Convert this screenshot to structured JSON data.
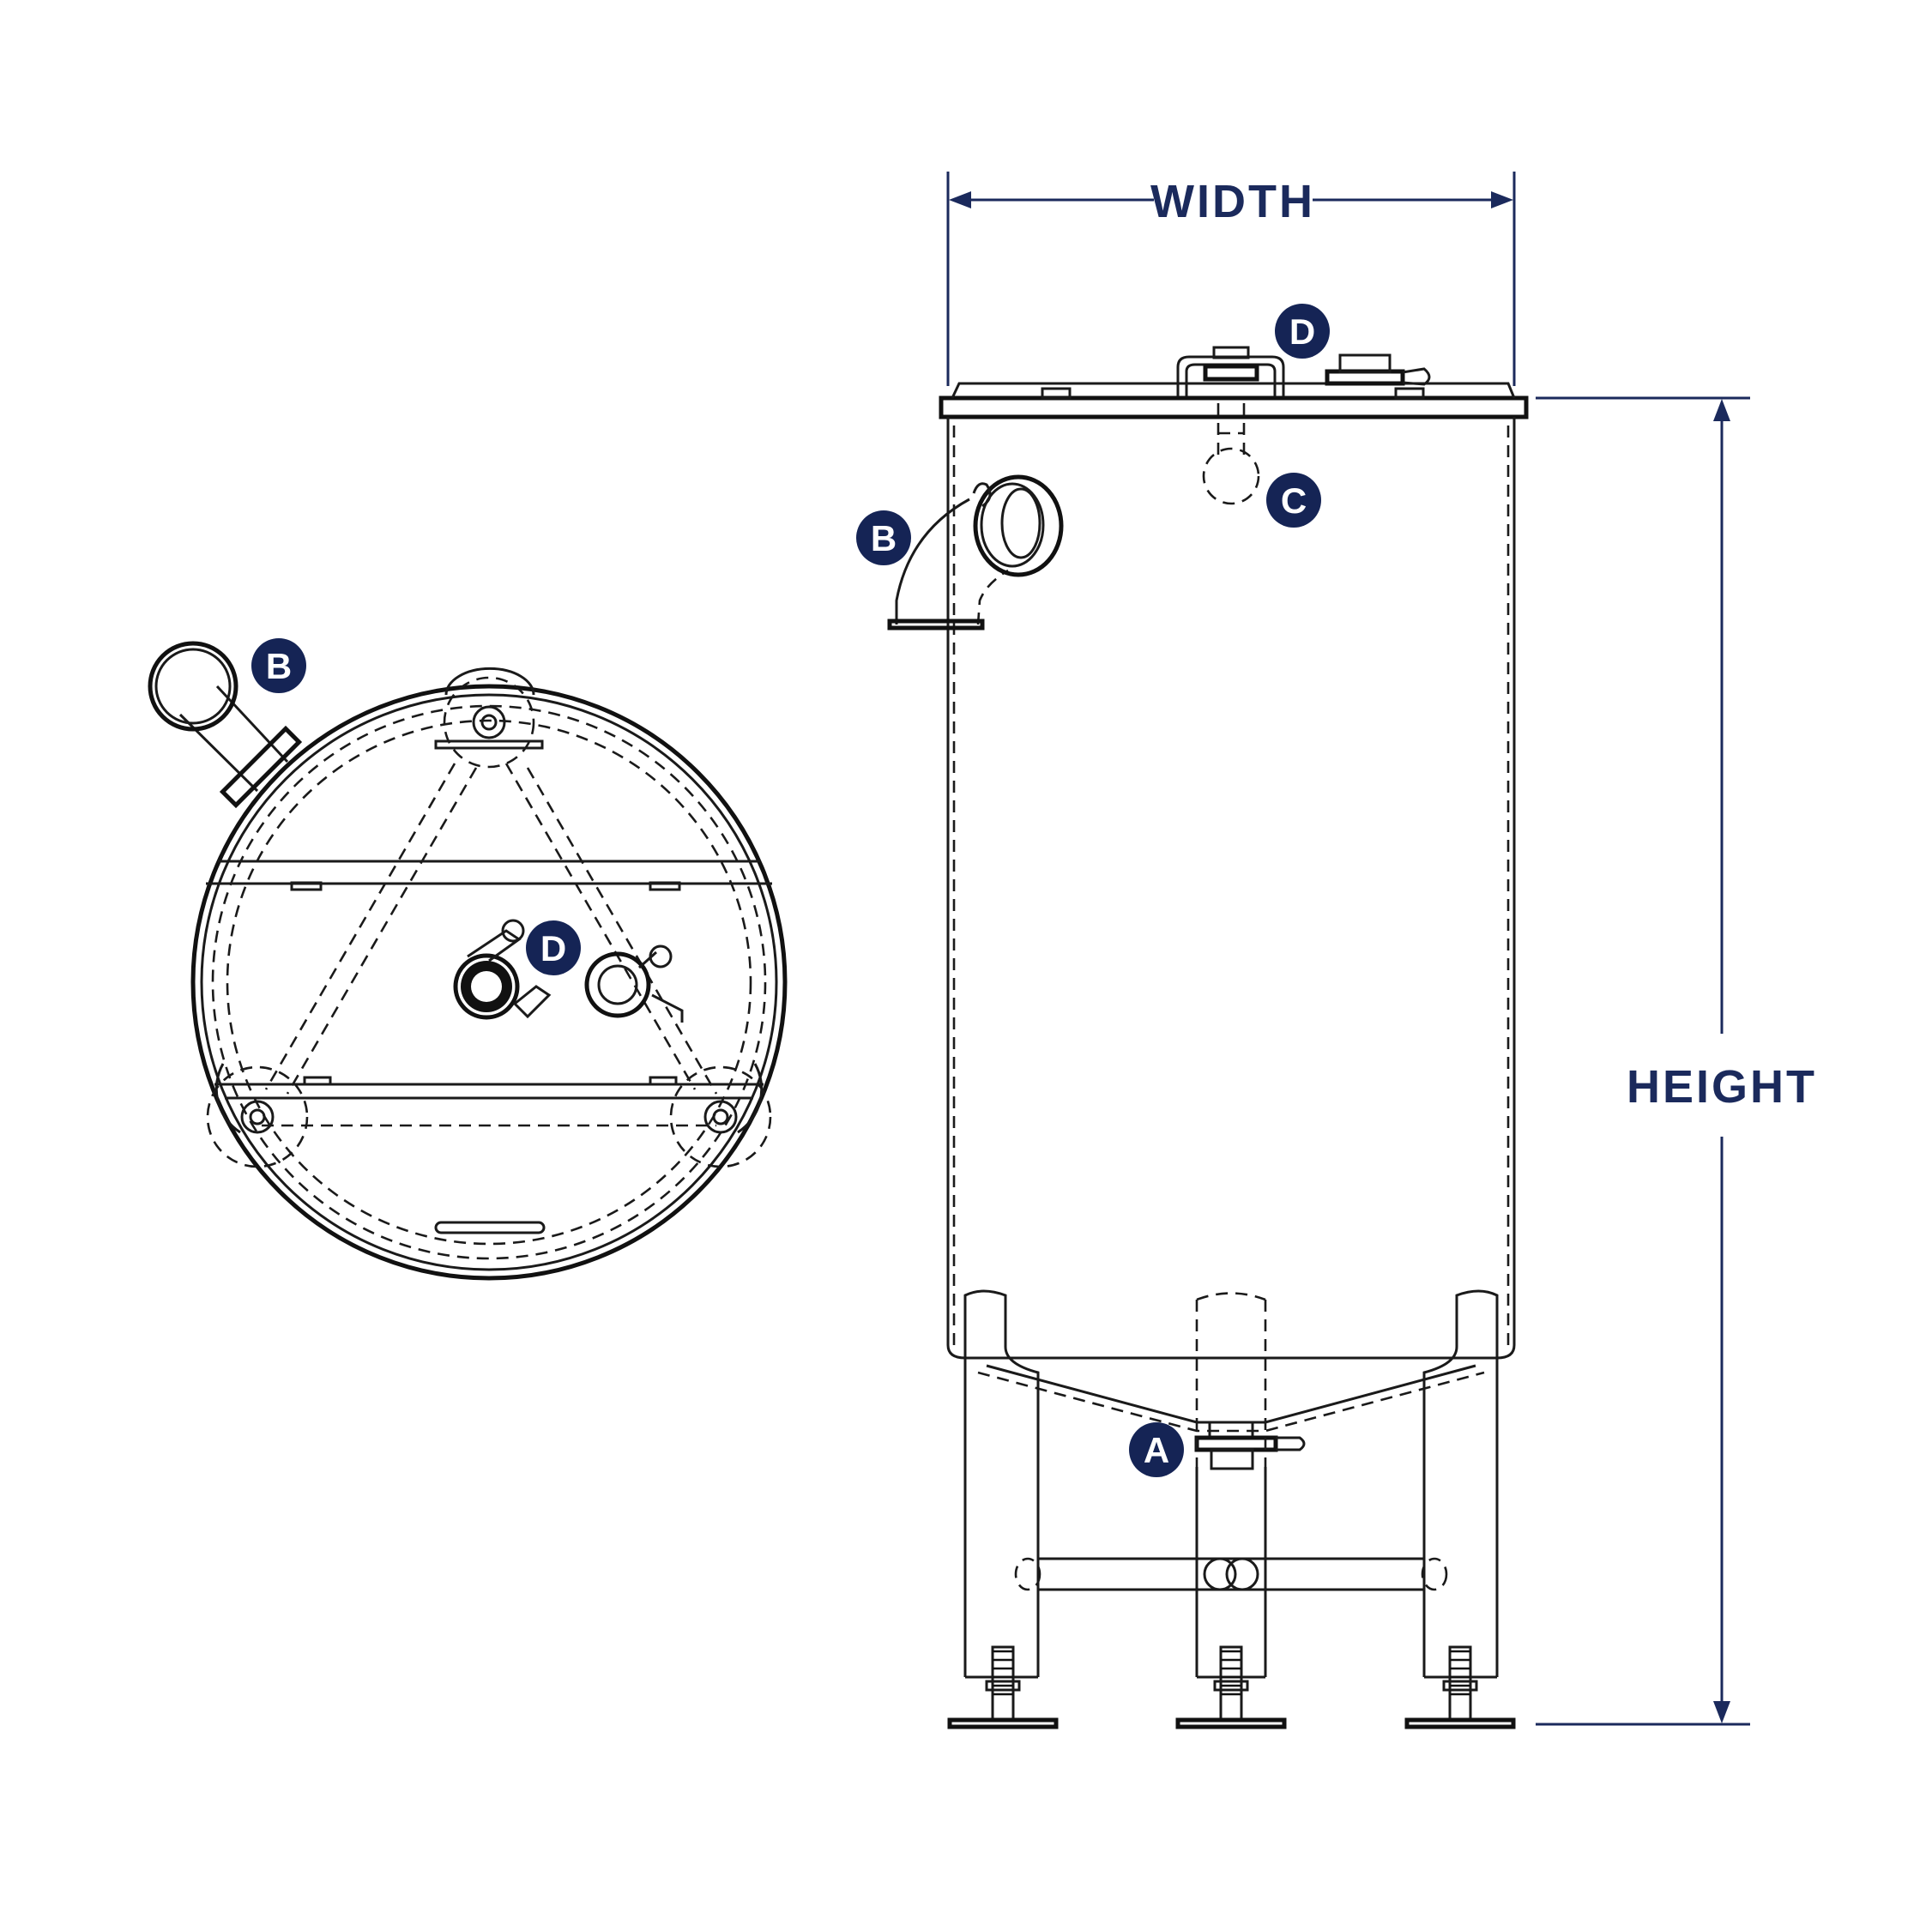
{
  "dimensions": {
    "width_label": "WIDTH",
    "height_label": "HEIGHT"
  },
  "callouts": {
    "top_view_b": "B",
    "top_view_d": "D",
    "side_view_d": "D",
    "side_view_b": "B",
    "side_view_c": "C",
    "side_view_a": "A"
  },
  "colors": {
    "accent": "#152455",
    "line": "#1a1a1a"
  }
}
